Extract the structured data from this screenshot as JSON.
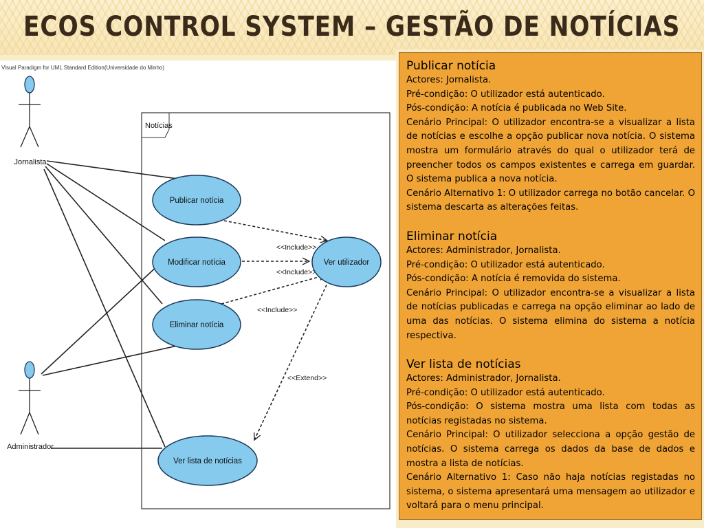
{
  "title": "ECOS CONTROL SYSTEM – GESTÃO DE NOTÍCIAS",
  "diagram": {
    "header": "Visual Paradigm for UML Standard Edition(Universidade do Minho)",
    "system_boundary": "Notícias",
    "actors": {
      "jornalista": "Jornalista",
      "administrador": "Administrador"
    },
    "use_cases": {
      "publicar": "Publicar notícia",
      "modificar": "Modificar notícia",
      "eliminar": "Eliminar notícia",
      "ver_lista": "Ver lista de notícias",
      "ver_utilizador": "Ver utilizador"
    },
    "relations": {
      "include_1": "<<Include>>",
      "include_2": "<<Include>>",
      "include_3": "<<Include>>",
      "extend": "<<Extend>>"
    }
  },
  "panel": {
    "sections": [
      {
        "title": "Publicar notícia",
        "items": [
          {
            "label": "Actores:",
            "text": " Jornalista."
          },
          {
            "label": "Pré-condição:",
            "text": " O utilizador está autenticado."
          },
          {
            "label": "Pós-condição:",
            "text": " A notícia é publicada no Web Site."
          },
          {
            "label": "Cenário Principal:",
            "text": " O utilizador encontra-se a visualizar a lista de notícias e escolhe a opção publicar nova notícia. O sistema mostra um formulário através do qual o utilizador terá de preencher todos os campos existentes e carrega em guardar. O sistema publica a nova notícia."
          },
          {
            "label": "Cenário Alternativo 1:",
            "text": " O utilizador carrega no botão cancelar. O sistema descarta as alterações feitas."
          }
        ]
      },
      {
        "title": "Eliminar notícia",
        "items": [
          {
            "label": "Actores:",
            "text": " Administrador, Jornalista."
          },
          {
            "label": "Pré-condição:",
            "text": " O utilizador está autenticado."
          },
          {
            "label": "Pós-condição:",
            "text": " A notícia é removida do sistema."
          },
          {
            "label": "Cenário Principal:",
            "text": " O utilizador encontra-se a visualizar a lista de notícias publicadas e carrega na opção eliminar ao lado de uma das notícias. O sistema elimina do sistema a notícia respectiva."
          }
        ]
      },
      {
        "title": "Ver lista de notícias",
        "items": [
          {
            "label": "Actores:",
            "text": " Administrador, Jornalista."
          },
          {
            "label": "Pré-condição:",
            "text": " O utilizador está autenticado."
          },
          {
            "label": "Pós-condição:",
            "text": " O sistema mostra uma lista com todas as notícias registadas no sistema."
          },
          {
            "label": "Cenário Principal:",
            "text": " O utilizador selecciona a opção gestão de notícias. O sistema carrega os dados da base de dados e mostra a lista de notícias."
          },
          {
            "label": "Cenário Alternativo 1:",
            "text": " Caso não haja notícias registadas no sistema, o sistema apresentará uma mensagem ao utilizador e voltará para o menu principal."
          }
        ]
      }
    ]
  },
  "colors": {
    "accent": "#f0a435",
    "usecase_fill": "#86cbee",
    "title": "#3a2a1a"
  }
}
